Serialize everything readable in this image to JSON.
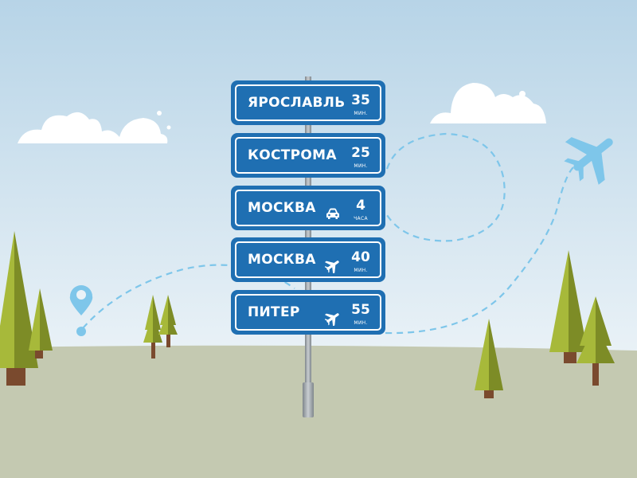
{
  "signs": [
    {
      "city": "ЯРОСЛАВЛЬ",
      "value": "35",
      "unit": "МИН.",
      "icon": "none"
    },
    {
      "city": "КОСТРОМА",
      "value": "25",
      "unit": "МИН.",
      "icon": "none"
    },
    {
      "city": "МОСКВА",
      "value": "4",
      "unit": "ЧАСА",
      "icon": "car-icon"
    },
    {
      "city": "МОСКВА",
      "value": "40",
      "unit": "МИН.",
      "icon": "plane-icon"
    },
    {
      "city": "ПИТЕР",
      "value": "55",
      "unit": "МИН.",
      "icon": "plane-icon"
    }
  ],
  "colors": {
    "sign_blue": "#1f6fb2",
    "sky_top": "#b9d6e8",
    "sky_bottom": "#eef4f8",
    "ground": "#c4c9b1",
    "tree_green": "#a7b93a",
    "tree_shadow": "#6f7d22",
    "trunk": "#7a4a2e",
    "route_line": "#7ec6ea",
    "plane": "#7ec6ea",
    "pin": "#7ec6ea",
    "pole": "#9aa0a6"
  }
}
